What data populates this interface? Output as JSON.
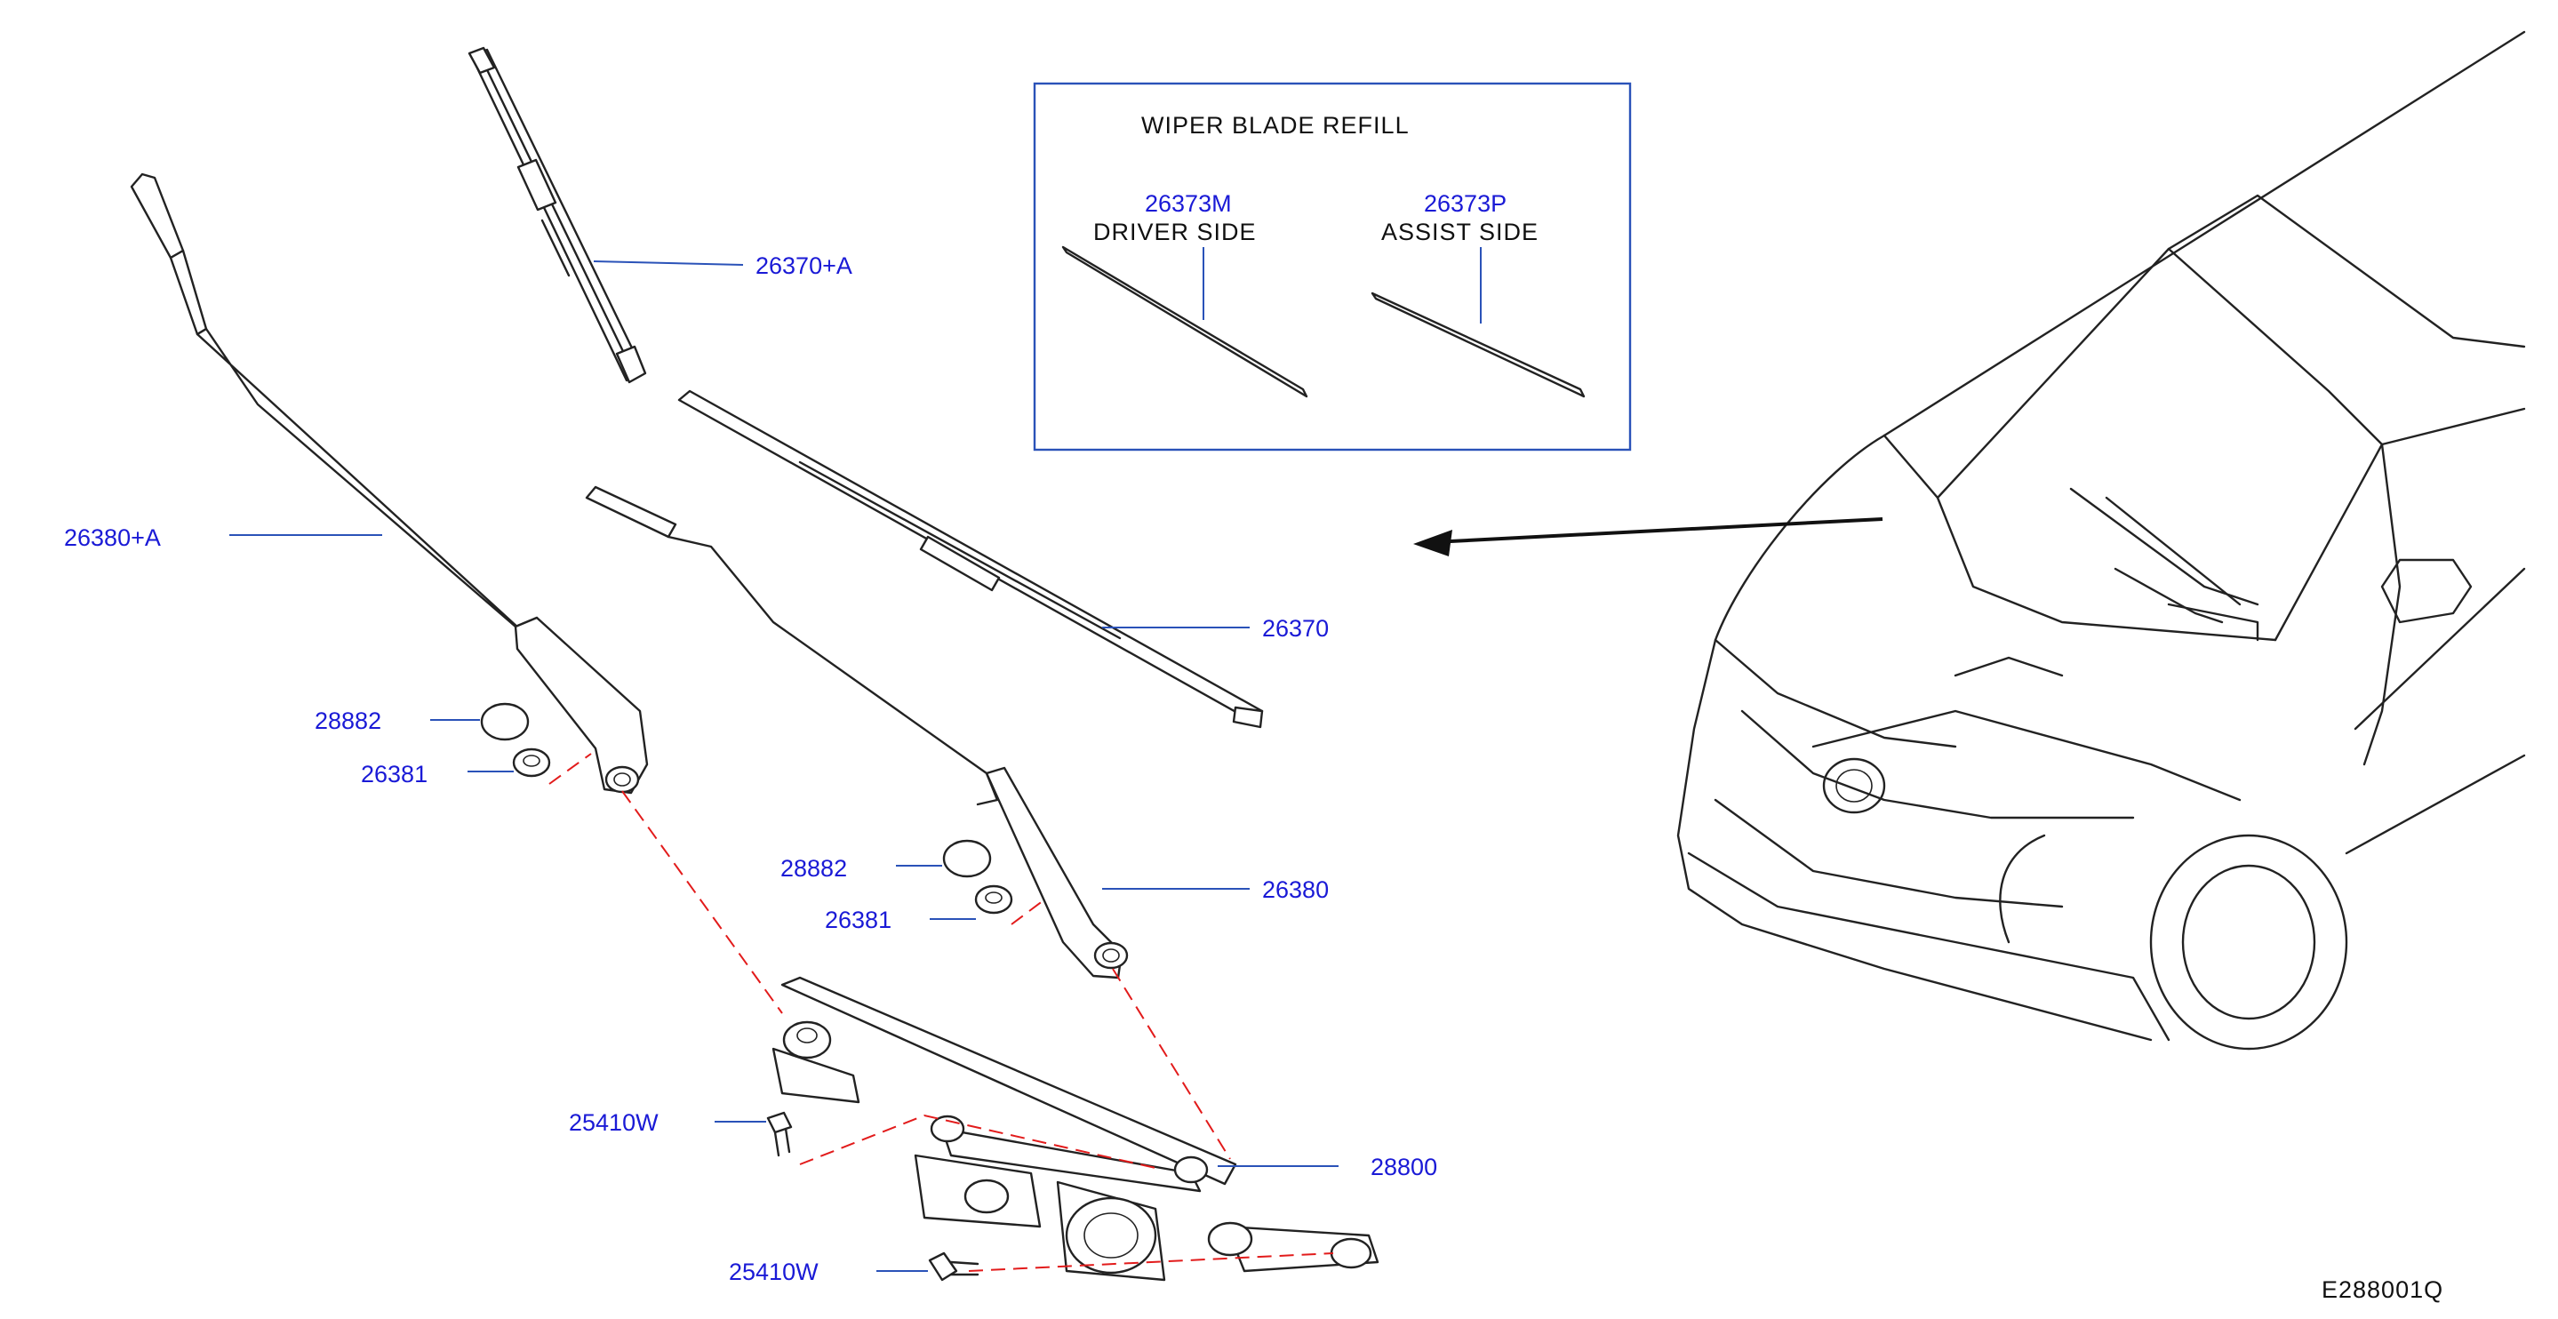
{
  "refill_box": {
    "title": "WIPER   BLADE   REFILL",
    "driver_part": "26373M",
    "driver_label": "DRIVER   SIDE",
    "assist_part": "26373P",
    "assist_label": "ASSIST   SIDE"
  },
  "callouts": {
    "blade_upper": "26370+A",
    "arm_left": "26380+A",
    "blade_right": "26370",
    "cap_left": "28882",
    "nut_left": "26381",
    "cap_right": "28882",
    "nut_right": "26381",
    "arm_right": "26380",
    "bolt_upper": "25410W",
    "linkage": "28800",
    "bolt_lower": "25410W"
  },
  "diagram_code": "E288001Q",
  "colors": {
    "callout_text": "#1a1ad6",
    "leader_line": "#2a52b8",
    "dashed_line": "#e21b1b",
    "outline": "#222222"
  }
}
